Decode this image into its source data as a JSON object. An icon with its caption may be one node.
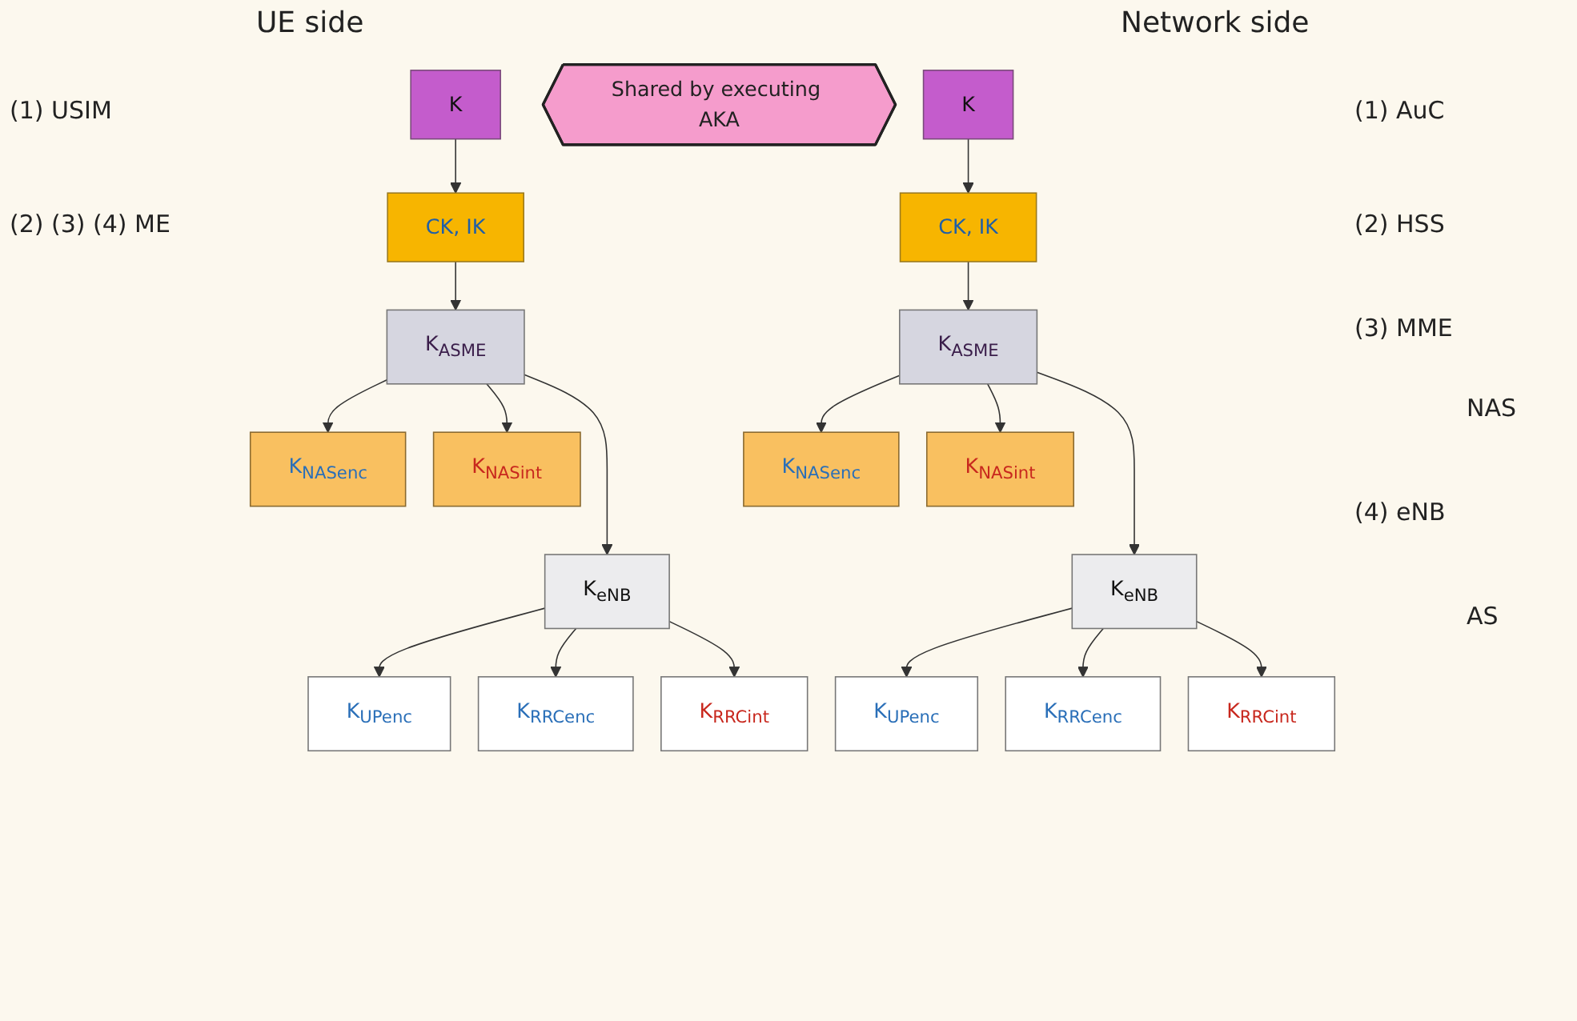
{
  "diagram": {
    "nodes": [
      {
        "text": [
          "K"
        ]
      },
      {
        "text": [
          "CK, IK"
        ]
      },
      {
        "text": [
          "K$_{ASME}$"
        ]
      },
      {
        "text": [
          "K$_{NASenc}$"
        ]
      },
      {
        "text": [
          "K$_{NASint}$"
        ]
      },
      {
        "text": [
          "K$_{eNB}$"
        ]
      },
      {
        "text": [
          "K$_{UPenc}$"
        ]
      },
      {
        "text": [
          "K$_{RRCenc}$"
        ]
      },
      {
        "text": [
          "K$_{RRCint}$"
        ]
      },
      {
        "text": [
          "K"
        ]
      },
      {
        "text": [
          "CK, IK"
        ]
      },
      {
        "text": [
          "K$_{ASME}$"
        ]
      },
      {
        "text": [
          "K$_{NASenc}$"
        ]
      },
      {
        "text": [
          "K$_{NASint}$"
        ]
      },
      {
        "text": [
          "K$_{eNB}$"
        ]
      },
      {
        "text": [
          "K$_{UPenc}$"
        ]
      },
      {
        "text": [
          "K$_{RRCenc}$"
        ]
      },
      {
        "text": [
          "K$_{RRCint}$"
        ]
      },
      {
        "text": [
          "Shared by executing AKA"
        ]
      }
    ],
    "edges": [
      {
        "from": 0,
        "to": 1,
        "arrow": "to"
      },
      {
        "from": 1,
        "to": 2,
        "arrow": "to"
      },
      {
        "from": 2,
        "to": 3,
        "arrow": "to"
      },
      {
        "from": 2,
        "to": 4,
        "arrow": "to"
      },
      {
        "from": 2,
        "to": 5,
        "arrow": "to"
      },
      {
        "from": 5,
        "to": 6,
        "arrow": "to"
      },
      {
        "from": 5,
        "to": 7,
        "arrow": "to"
      },
      {
        "from": 5,
        "to": 8,
        "arrow": "to"
      },
      {
        "from": 9,
        "to": 10,
        "arrow": "to"
      },
      {
        "from": 10,
        "to": 11,
        "arrow": "to"
      },
      {
        "from": 11,
        "to": 12,
        "arrow": "to"
      },
      {
        "from": 11,
        "to": 13,
        "arrow": "to"
      },
      {
        "from": 11,
        "to": 14,
        "arrow": "to"
      },
      {
        "from": 14,
        "to": 15,
        "arrow": "to"
      },
      {
        "from": 14,
        "to": 16,
        "arrow": "to"
      },
      {
        "from": 14,
        "to": 17,
        "arrow": "to"
      }
    ],
    "labels": [
      "UE side",
      "Network side",
      "(1) USIM",
      "(1) AuC",
      "(2) (3) (4) ME",
      "(2) HSS",
      "(3) MME",
      "NAS",
      "(4) eNB",
      "AS"
    ]
  }
}
